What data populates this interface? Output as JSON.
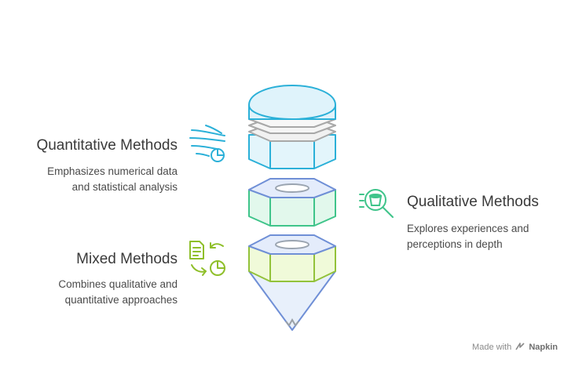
{
  "sections": {
    "quantitative": {
      "title": "Quantitative Methods",
      "desc_line1": "Emphasizes numerical data",
      "desc_line2": "and statistical analysis",
      "color": "#2bb0d8"
    },
    "qualitative": {
      "title": "Qualitative Methods",
      "desc_line1": "Explores experiences and",
      "desc_line2": "perceptions in depth",
      "color": "#3fc48a"
    },
    "mixed": {
      "title": "Mixed Methods",
      "desc_line1": "Combines qualitative and",
      "desc_line2": "quantitative approaches",
      "color": "#8fbf2a"
    }
  },
  "footer": {
    "made_with": "Made with",
    "brand": "Napkin"
  },
  "icons": {
    "quantitative": "wind-chart-icon",
    "qualitative": "magnifier-bucket-icon",
    "mixed": "document-pie-exchange-icon",
    "footer": "napkin-logo-icon"
  }
}
